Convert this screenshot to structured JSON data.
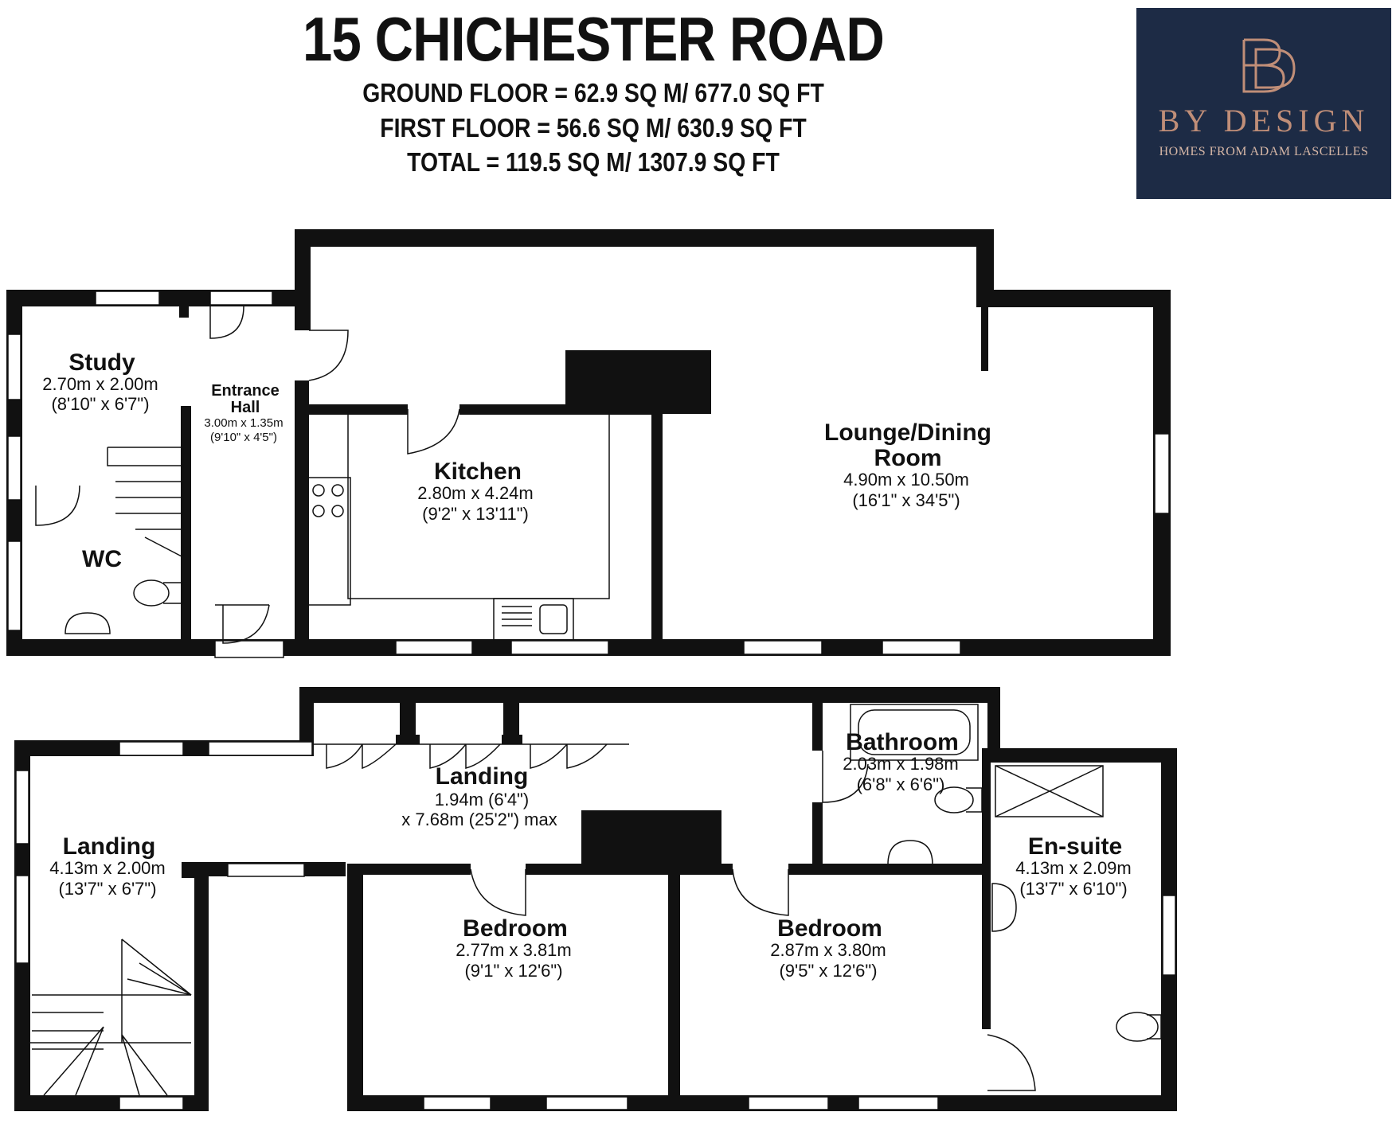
{
  "header": {
    "title": "15 CHICHESTER ROAD",
    "ground_floor_area": "GROUND FLOOR = 62.9 SQ M/ 677.0 SQ FT",
    "first_floor_area": "FIRST FLOOR = 56.6 SQ M/ 630.9 SQ FT",
    "total_area": "TOTAL = 119.5 SQ M/ 1307.9 SQ FT"
  },
  "logo": {
    "name": "BY DESIGN",
    "tagline": "HOMES FROM ADAM LASCELLES",
    "background": "#1d2b45",
    "accent": "#c08e78"
  },
  "ground_floor": {
    "study": {
      "name": "Study",
      "size": "2.70m x 2.00m",
      "imperial": "(8'10\" x 6'7\")"
    },
    "entrance_hall": {
      "name_1": "Entrance",
      "name_2": "Hall",
      "size": "3.00m x 1.35m",
      "imperial": "(9'10\" x 4'5\")"
    },
    "wc": {
      "name": "WC"
    },
    "kitchen": {
      "name": "Kitchen",
      "size": "2.80m x 4.24m",
      "imperial": "(9'2\" x 13'11\")"
    },
    "lounge": {
      "name_1": "Lounge/Dining",
      "name_2": "Room",
      "size": "4.90m x 10.50m",
      "imperial": "(16'1\" x 34'5\")"
    }
  },
  "first_floor": {
    "landing_main": {
      "name": "Landing",
      "size_1": "1.94m (6'4\")",
      "size_2": "x 7.68m (25'2\") max"
    },
    "bathroom": {
      "name": "Bathroom",
      "size": "2.03m x 1.98m",
      "imperial": "(6'8\" x 6'6\")"
    },
    "landing_left": {
      "name": "Landing",
      "size": "4.13m x 2.00m",
      "imperial": "(13'7\" x 6'7\")"
    },
    "bedroom_1": {
      "name": "Bedroom",
      "size": "2.77m x 3.81m",
      "imperial": "(9'1\" x 12'6\")"
    },
    "bedroom_2": {
      "name": "Bedroom",
      "size": "2.87m x 3.80m",
      "imperial": "(9'5\" x 12'6\")"
    },
    "ensuite": {
      "name": "En-suite",
      "size": "4.13m x 2.09m",
      "imperial": "(13'7\" x 6'10\")"
    }
  }
}
